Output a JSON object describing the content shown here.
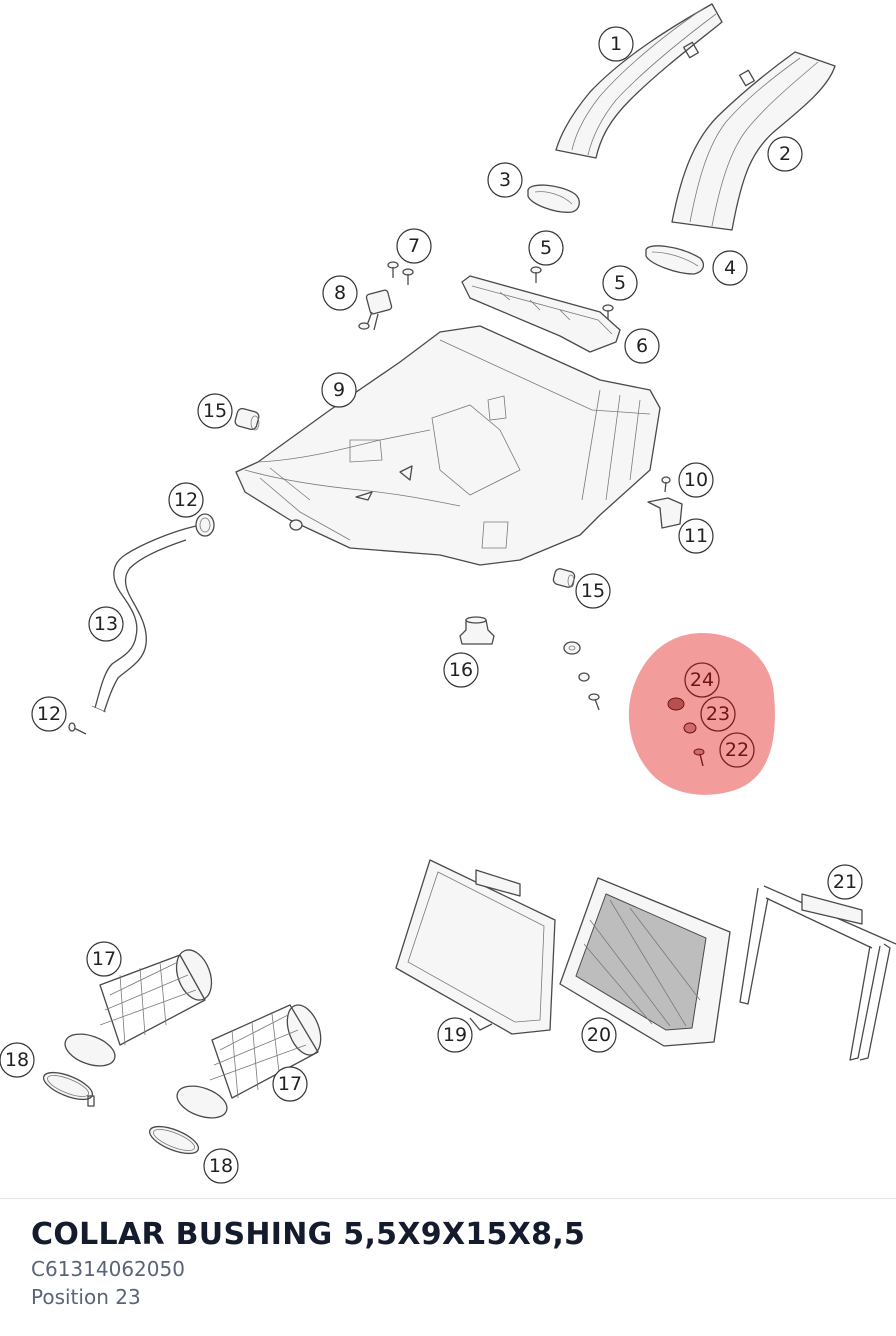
{
  "diagram": {
    "callouts": [
      "1",
      "2",
      "3",
      "4",
      "5",
      "5",
      "6",
      "7",
      "8",
      "9",
      "10",
      "11",
      "12",
      "12",
      "13",
      "15",
      "15",
      "16",
      "17",
      "17",
      "18",
      "18",
      "19",
      "20",
      "21",
      "22",
      "23",
      "24"
    ],
    "highlight_color": "#f08080"
  },
  "part_info": {
    "title": "COLLAR BUSHING 5,5X9X15X8,5",
    "part_number": "C61314062050",
    "position": "Position 23"
  }
}
